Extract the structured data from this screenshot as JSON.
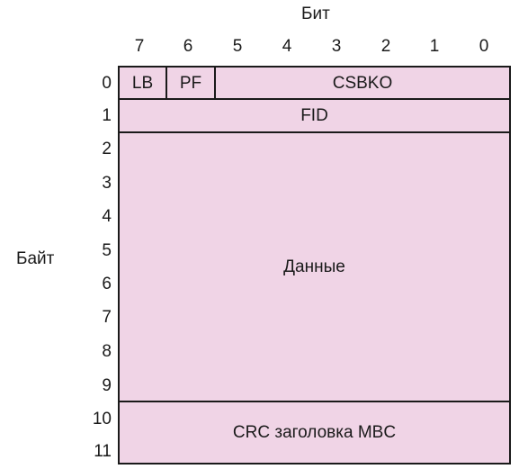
{
  "diagram": {
    "bit_axis_label": "Бит",
    "byte_axis_label": "Байт",
    "bit_numbers": [
      "7",
      "6",
      "5",
      "4",
      "3",
      "2",
      "1",
      "0"
    ],
    "byte_numbers": [
      "0",
      "1",
      "2",
      "3",
      "4",
      "5",
      "6",
      "7",
      "8",
      "9",
      "10",
      "11"
    ],
    "fields": {
      "lb": "LB",
      "pf": "PF",
      "csbko": "CSBKO",
      "fid": "FID",
      "data": "Данные",
      "crc": "CRC заголовка MBC"
    },
    "fill_color": "#f0d4e6",
    "line_color": "#1a1a1a"
  }
}
